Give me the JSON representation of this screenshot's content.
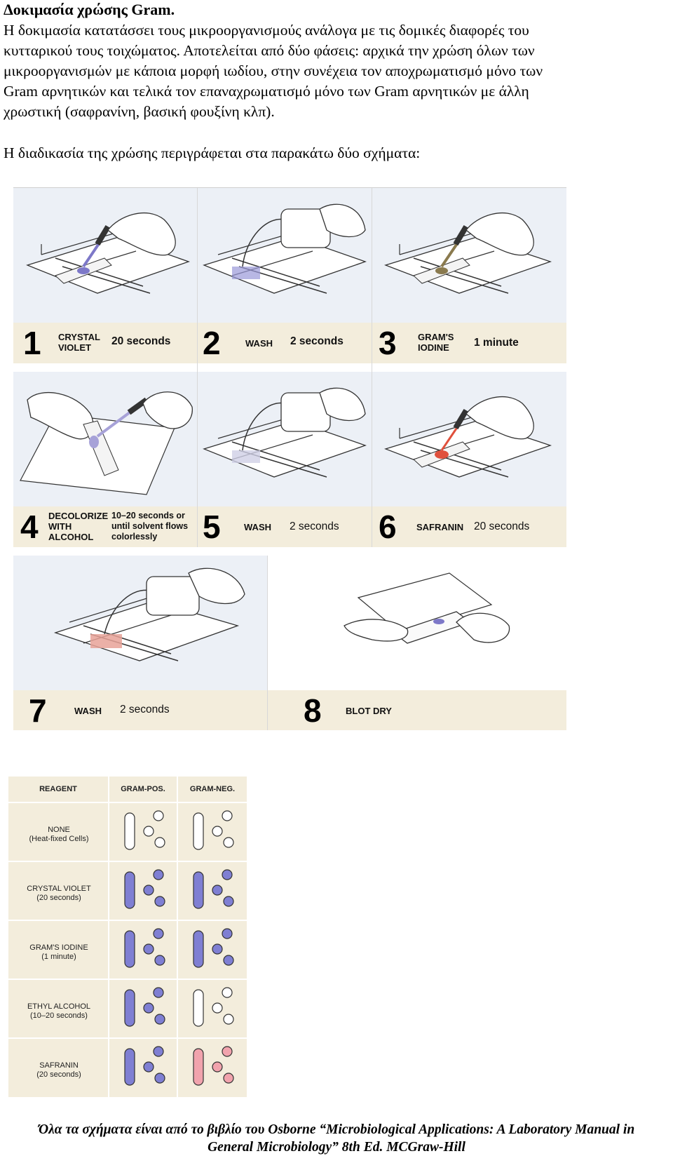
{
  "title": "Δοκιμασία χρώσης Gram.",
  "intro_lines": [
    "Η δοκιμασία κατατάσσει τους μικροοργανισμούς ανάλογα με τις δομικές διαφορές του",
    "κυτταρικού τους τοιχώματος. Αποτελείται από δύο φάσεις: αρχικά την χρώση όλων των",
    "μικροοργανισμών με κάποια μορφή ιωδίου, στην συνέχεια τον αποχρωματισμό μόνο των",
    "Gram αρνητικών και τελικά τον επαναχρωματισμό μόνο των Gram αρνητικών με άλλη",
    "χρωστική (σαφρανίνη, βασική φουξίνη κλπ)."
  ],
  "lead": "Η διαδικασία της χρώσης περιγράφεται στα παρακάτω δύο σχήματα:",
  "steps": [
    {
      "number": "1",
      "label": [
        "CRYSTAL",
        "VIOLET"
      ],
      "duration": "20 seconds",
      "stain_color": "#7d78c8"
    },
    {
      "number": "2",
      "label": [
        "WASH"
      ],
      "duration": "2 seconds",
      "stain_color": "#9a98d8"
    },
    {
      "number": "3",
      "label": [
        "GRAM'S",
        "IODINE"
      ],
      "duration": "1 minute",
      "stain_color": "#8a7a4e"
    },
    {
      "number": "4",
      "label": [
        "DECOLORIZE",
        "WITH",
        "ALCOHOL"
      ],
      "note": [
        "10–20 seconds or",
        "until solvent flows",
        "colorlessly"
      ],
      "stain_color": "#a7a2d8"
    },
    {
      "number": "5",
      "label": [
        "WASH"
      ],
      "duration": "2 seconds",
      "stain_color": "#cfcfe6"
    },
    {
      "number": "6",
      "label": [
        "SAFRANIN"
      ],
      "duration": "20 seconds",
      "stain_color": "#e0503c"
    },
    {
      "number": "7",
      "label": [
        "WASH"
      ],
      "duration": "2 seconds",
      "stain_color": "#e8a298"
    },
    {
      "number": "8",
      "label": [
        "BLOT DRY"
      ],
      "stain_color": "#7d78c8"
    }
  ],
  "table": {
    "headers": [
      "REAGENT",
      "GRAM-POS.",
      "GRAM-NEG."
    ],
    "rows": [
      {
        "reagent": [
          "NONE",
          "(Heat-fixed Cells)"
        ],
        "pos_color": "#ffffff",
        "neg_color": "#ffffff"
      },
      {
        "reagent": [
          "CRYSTAL VIOLET",
          "(20 seconds)"
        ],
        "pos_color": "#7f7fd3",
        "neg_color": "#7f7fd3"
      },
      {
        "reagent": [
          "GRAM'S IODINE",
          "(1 minute)"
        ],
        "pos_color": "#7f7fd3",
        "neg_color": "#7f7fd3"
      },
      {
        "reagent": [
          "ETHYL ALCOHOL",
          "(10–20 seconds)"
        ],
        "pos_color": "#7f7fd3",
        "neg_color": "#ffffff"
      },
      {
        "reagent": [
          "SAFRANIN",
          "(20 seconds)"
        ],
        "pos_color": "#7f7fd3",
        "neg_color": "#f1a3ad"
      }
    ]
  },
  "footnote": [
    "Όλα τα σχήματα είναι από το βιβλίο του Osborne “Microbiological Applications: A Laboratory Manual in",
    "General Microbiology”  8th Ed. MCGraw-Hill"
  ]
}
